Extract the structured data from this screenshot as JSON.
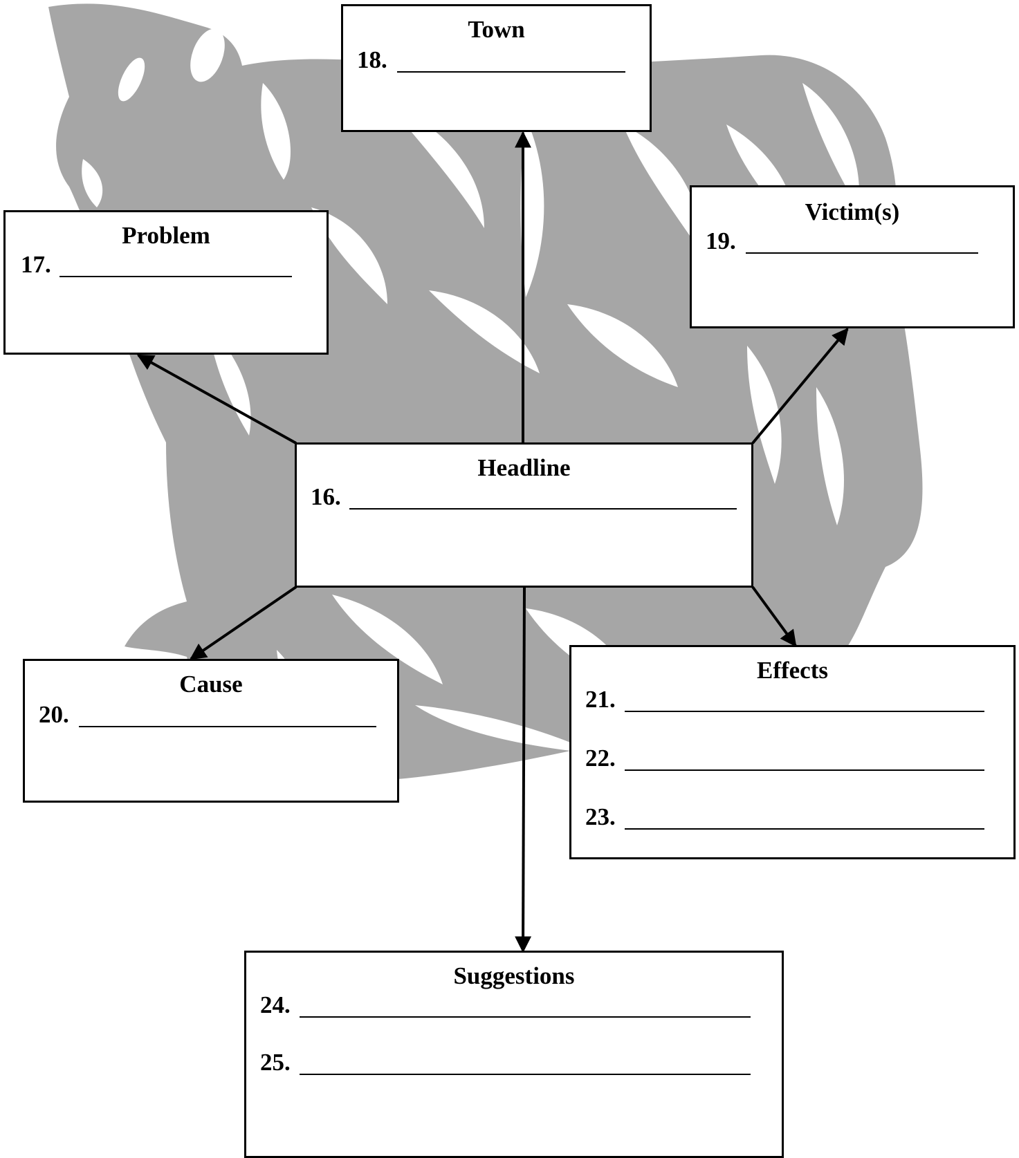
{
  "headline": {
    "title": "Headline",
    "items": [
      "16."
    ]
  },
  "problem": {
    "title": "Problem",
    "items": [
      "17."
    ]
  },
  "town": {
    "title": "Town",
    "items": [
      "18."
    ]
  },
  "victims": {
    "title": "Victim(s)",
    "items": [
      "19."
    ]
  },
  "cause": {
    "title": "Cause",
    "items": [
      "20."
    ]
  },
  "effects": {
    "title": "Effects",
    "items": [
      "21.",
      "22.",
      "23."
    ]
  },
  "suggestions": {
    "title": "Suggestions",
    "items": [
      "24.",
      "25."
    ]
  },
  "colors": {
    "line": "#000000",
    "background_art": "#a6a6a6",
    "box_fill": "#ffffff"
  },
  "background_art": "cow-illustration"
}
